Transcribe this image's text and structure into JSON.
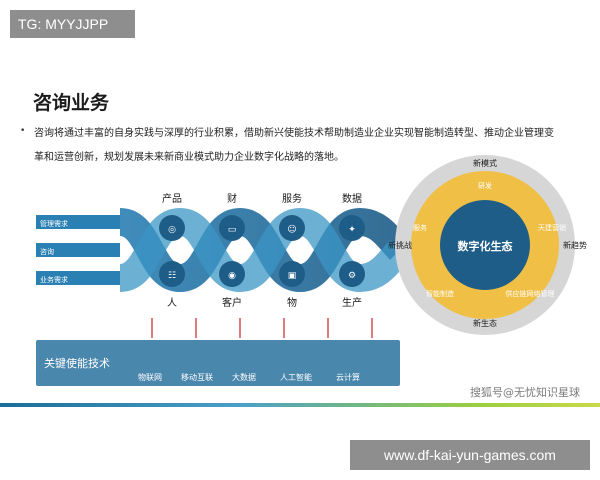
{
  "badge_top": "TG: MYYJJPP",
  "title": "咨询业务",
  "intro_text": "咨询将通过丰富的自身实践与深厚的行业积累，借助新兴使能技术帮助制造业企业实现智能制造转型、推动企业管理变革和运营创新，规划发展未来新商业模式助力企业数字化战略的落地。",
  "bands": [
    "管理需求",
    "咨询",
    "业务需求"
  ],
  "top_labels": [
    "产品",
    "财",
    "服务",
    "数据"
  ],
  "bottom_labels": [
    "人",
    "客户",
    "物",
    "生产"
  ],
  "enabling": {
    "label": "关键使能技术",
    "items": [
      "物联网",
      "移动互联",
      "大数据",
      "人工智能",
      "云计算"
    ]
  },
  "ecosystem": {
    "center": "数字化生态",
    "outer": [
      "新模式",
      "新趋势",
      "新生态",
      "新挑战"
    ],
    "inner": [
      "研发",
      "天建营销",
      "供应链网络管理",
      "智能制造",
      "服务"
    ]
  },
  "watermark": "搜狐号@无忧知识星球",
  "url": "www.df-kai-yun-games.com",
  "colors": {
    "blue_dark": "#1f5f8b",
    "blue_mid": "#2e86b8",
    "ring_outer": "#c8c8c8",
    "ring_inner": "#f2c24b",
    "center": "#1f5f8b"
  }
}
